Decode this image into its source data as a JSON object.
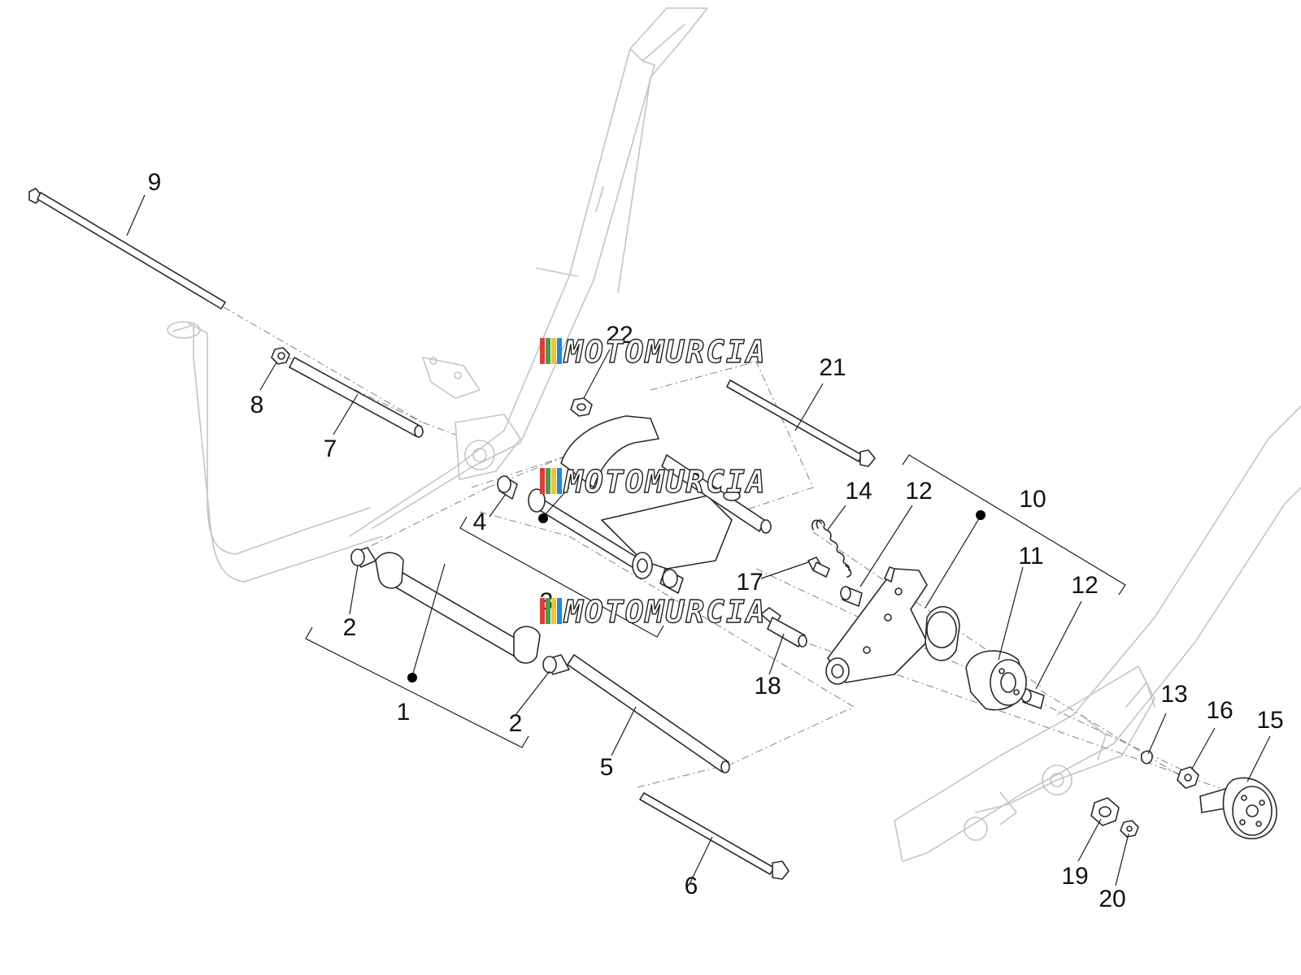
{
  "watermark": {
    "text": "MOTOMURCIA",
    "stripe_colors": [
      "#e53935",
      "#43a047",
      "#fbc02d",
      "#1e88e5"
    ]
  },
  "callouts": [
    {
      "id": "callout-1",
      "label": "1"
    },
    {
      "id": "callout-2a",
      "label": "2"
    },
    {
      "id": "callout-2b",
      "label": "2"
    },
    {
      "id": "callout-3",
      "label": "3"
    },
    {
      "id": "callout-4",
      "label": "4"
    },
    {
      "id": "callout-5",
      "label": "5"
    },
    {
      "id": "callout-6",
      "label": "6"
    },
    {
      "id": "callout-7",
      "label": "7"
    },
    {
      "id": "callout-8",
      "label": "8"
    },
    {
      "id": "callout-9",
      "label": "9"
    },
    {
      "id": "callout-10",
      "label": "10"
    },
    {
      "id": "callout-11",
      "label": "11"
    },
    {
      "id": "callout-12a",
      "label": "12"
    },
    {
      "id": "callout-12b",
      "label": "12"
    },
    {
      "id": "callout-13",
      "label": "13"
    },
    {
      "id": "callout-14",
      "label": "14"
    },
    {
      "id": "callout-15",
      "label": "15"
    },
    {
      "id": "callout-16",
      "label": "16"
    },
    {
      "id": "callout-17",
      "label": "17"
    },
    {
      "id": "callout-18",
      "label": "18"
    },
    {
      "id": "callout-19",
      "label": "19"
    },
    {
      "id": "callout-20",
      "label": "20"
    },
    {
      "id": "callout-21",
      "label": "21"
    },
    {
      "id": "callout-22",
      "label": "22"
    }
  ]
}
